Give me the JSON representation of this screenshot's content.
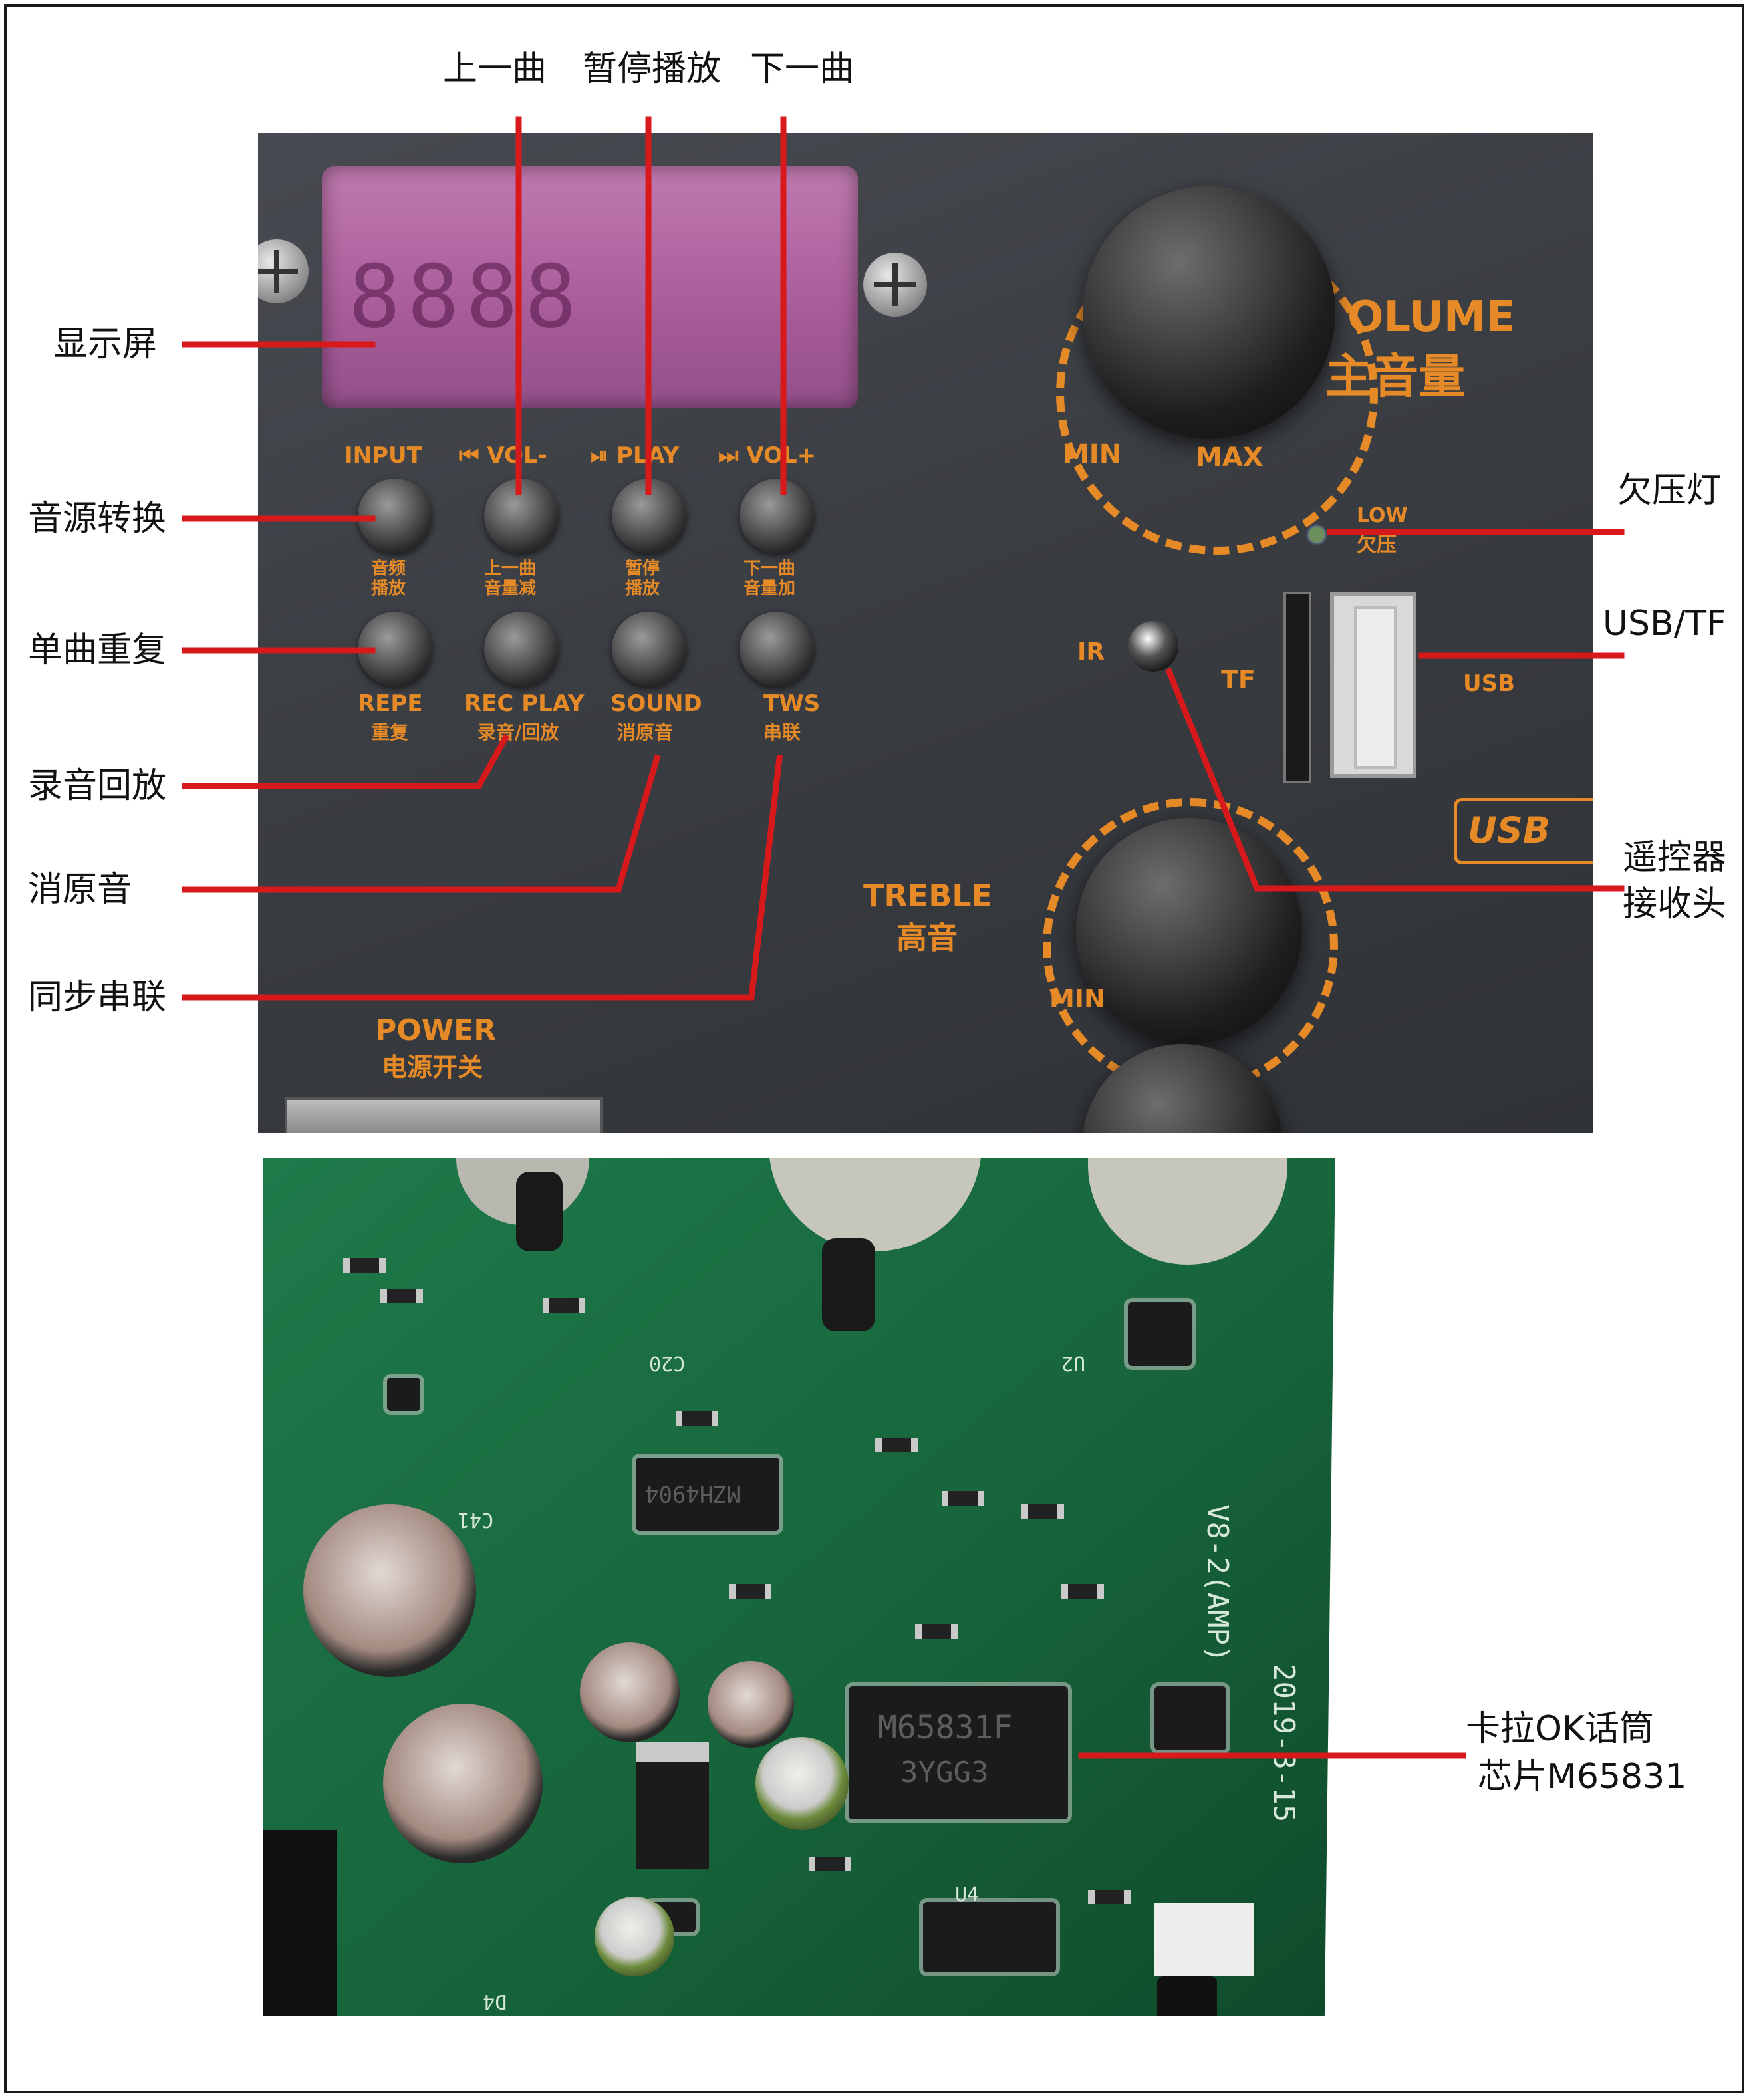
{
  "labels": {
    "prev_track": "上一曲",
    "play_pause": "暂停播放",
    "next_track": "下一曲",
    "display": "显示屏",
    "source_switch": "音源转换",
    "repeat_single": "单曲重复",
    "record_playback": "录音回放",
    "vocal_cut": "消原音",
    "sync_link": "同步串联",
    "low_voltage_light": "欠压灯",
    "usb_tf": "USB/TF",
    "ir_receiver_line1": "遥控器",
    "ir_receiver_line2": "接收头",
    "mic_chip_line1": "卡拉OK话筒",
    "mic_chip_line2": "芯片M65831"
  },
  "panel": {
    "input": "INPUT",
    "input_cn1": "音频",
    "input_cn2": "播放",
    "prev_vol": "⏮ VOL-",
    "prev_cn1": "上一曲",
    "prev_cn2": "音量减",
    "play": "⏯ PLAY",
    "play_cn1": "暂停",
    "play_cn2": "播放",
    "next_vol": "⏭ VOL+",
    "next_cn1": "下一曲",
    "next_cn2": "音量加",
    "repe": "REPE",
    "repe_cn": "重复",
    "rec_play": "REC PLAY",
    "rec_play_cn": "录音/回放",
    "sound": "SOUND",
    "sound_cn": "消原音",
    "tws": "TWS",
    "tws_cn": "串联",
    "volume": "OLUME",
    "volume_cn": "主音量",
    "min": "MIN",
    "max": "MAX",
    "low": "LOW",
    "low_cn": "欠压",
    "ir": "IR",
    "tf": "TF",
    "usb": "USB",
    "usb_logo": "USB",
    "treble": "TREBLE",
    "treble_cn": "高音",
    "treble_min": "MIN",
    "power": "POWER",
    "power_cn": "电源开关",
    "lcd": "8888"
  },
  "pcb": {
    "chip_main_line1": "M65831F",
    "chip_main_line2": "3YGG3",
    "chip_small": "MZH4904",
    "board_code": "V8-2(AMP)",
    "board_date": "2019-3-15",
    "silk_c20": "C20",
    "silk_u2": "U2",
    "silk_c41": "C41",
    "silk_d4": "D4",
    "silk_u4": "U4"
  },
  "colors": {
    "callout_line": "#d7191b",
    "panel_print": "#e58a26",
    "pcb_green": "#1f7a4a"
  }
}
